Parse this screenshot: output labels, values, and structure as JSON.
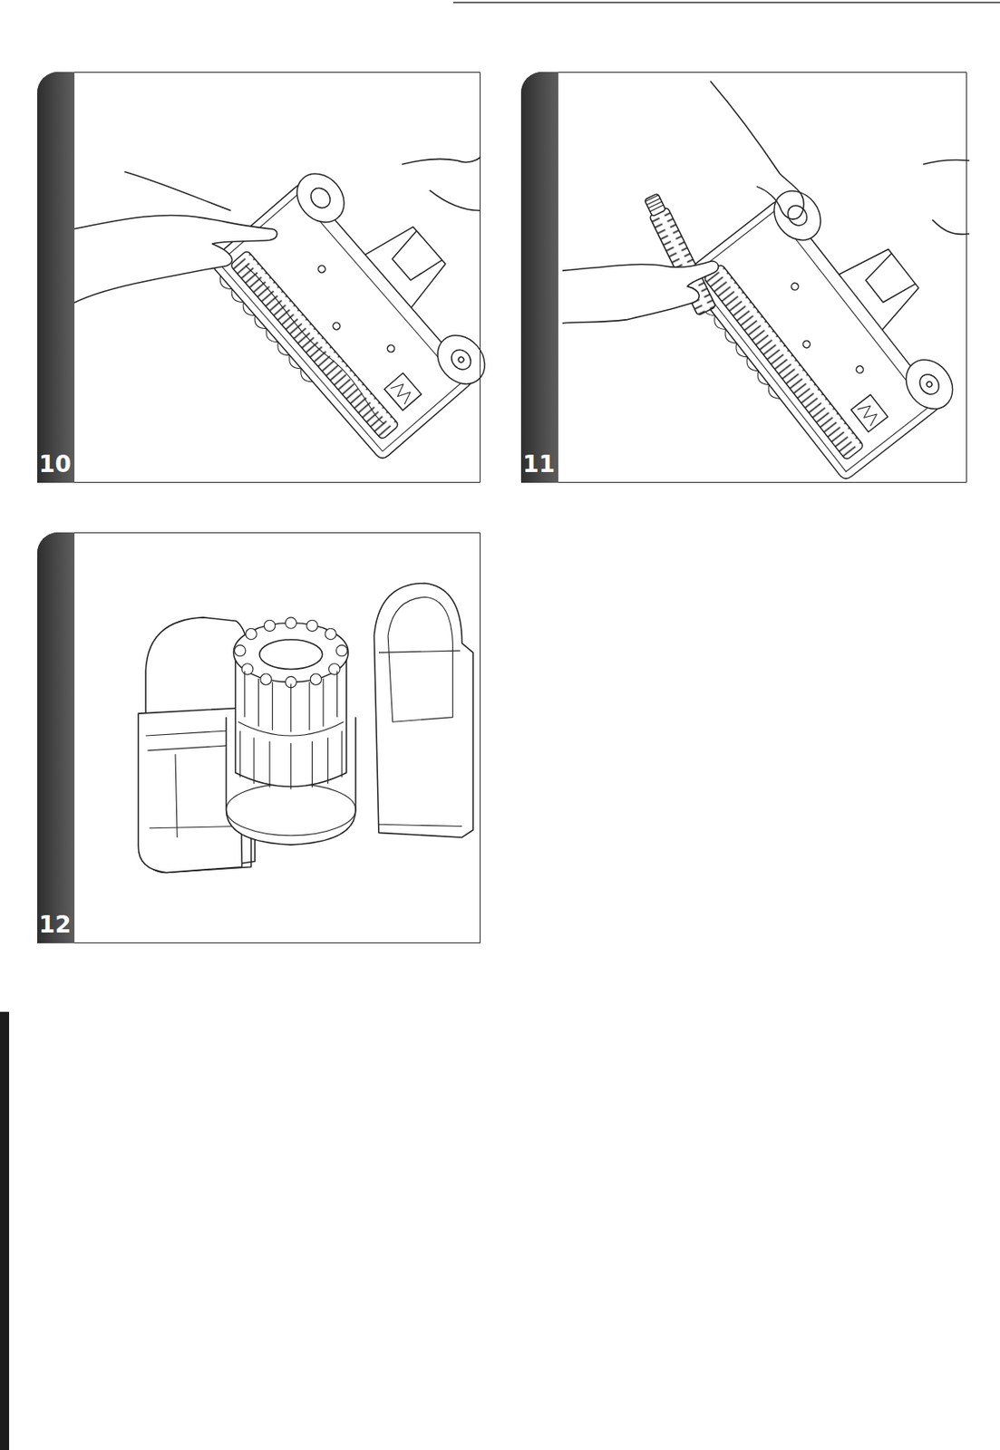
{
  "diagram": {
    "nodes": [
      {
        "text": [
          "10"
        ]
      },
      {
        "text": [
          "11"
        ]
      },
      {
        "text": [
          "12"
        ]
      }
    ]
  }
}
